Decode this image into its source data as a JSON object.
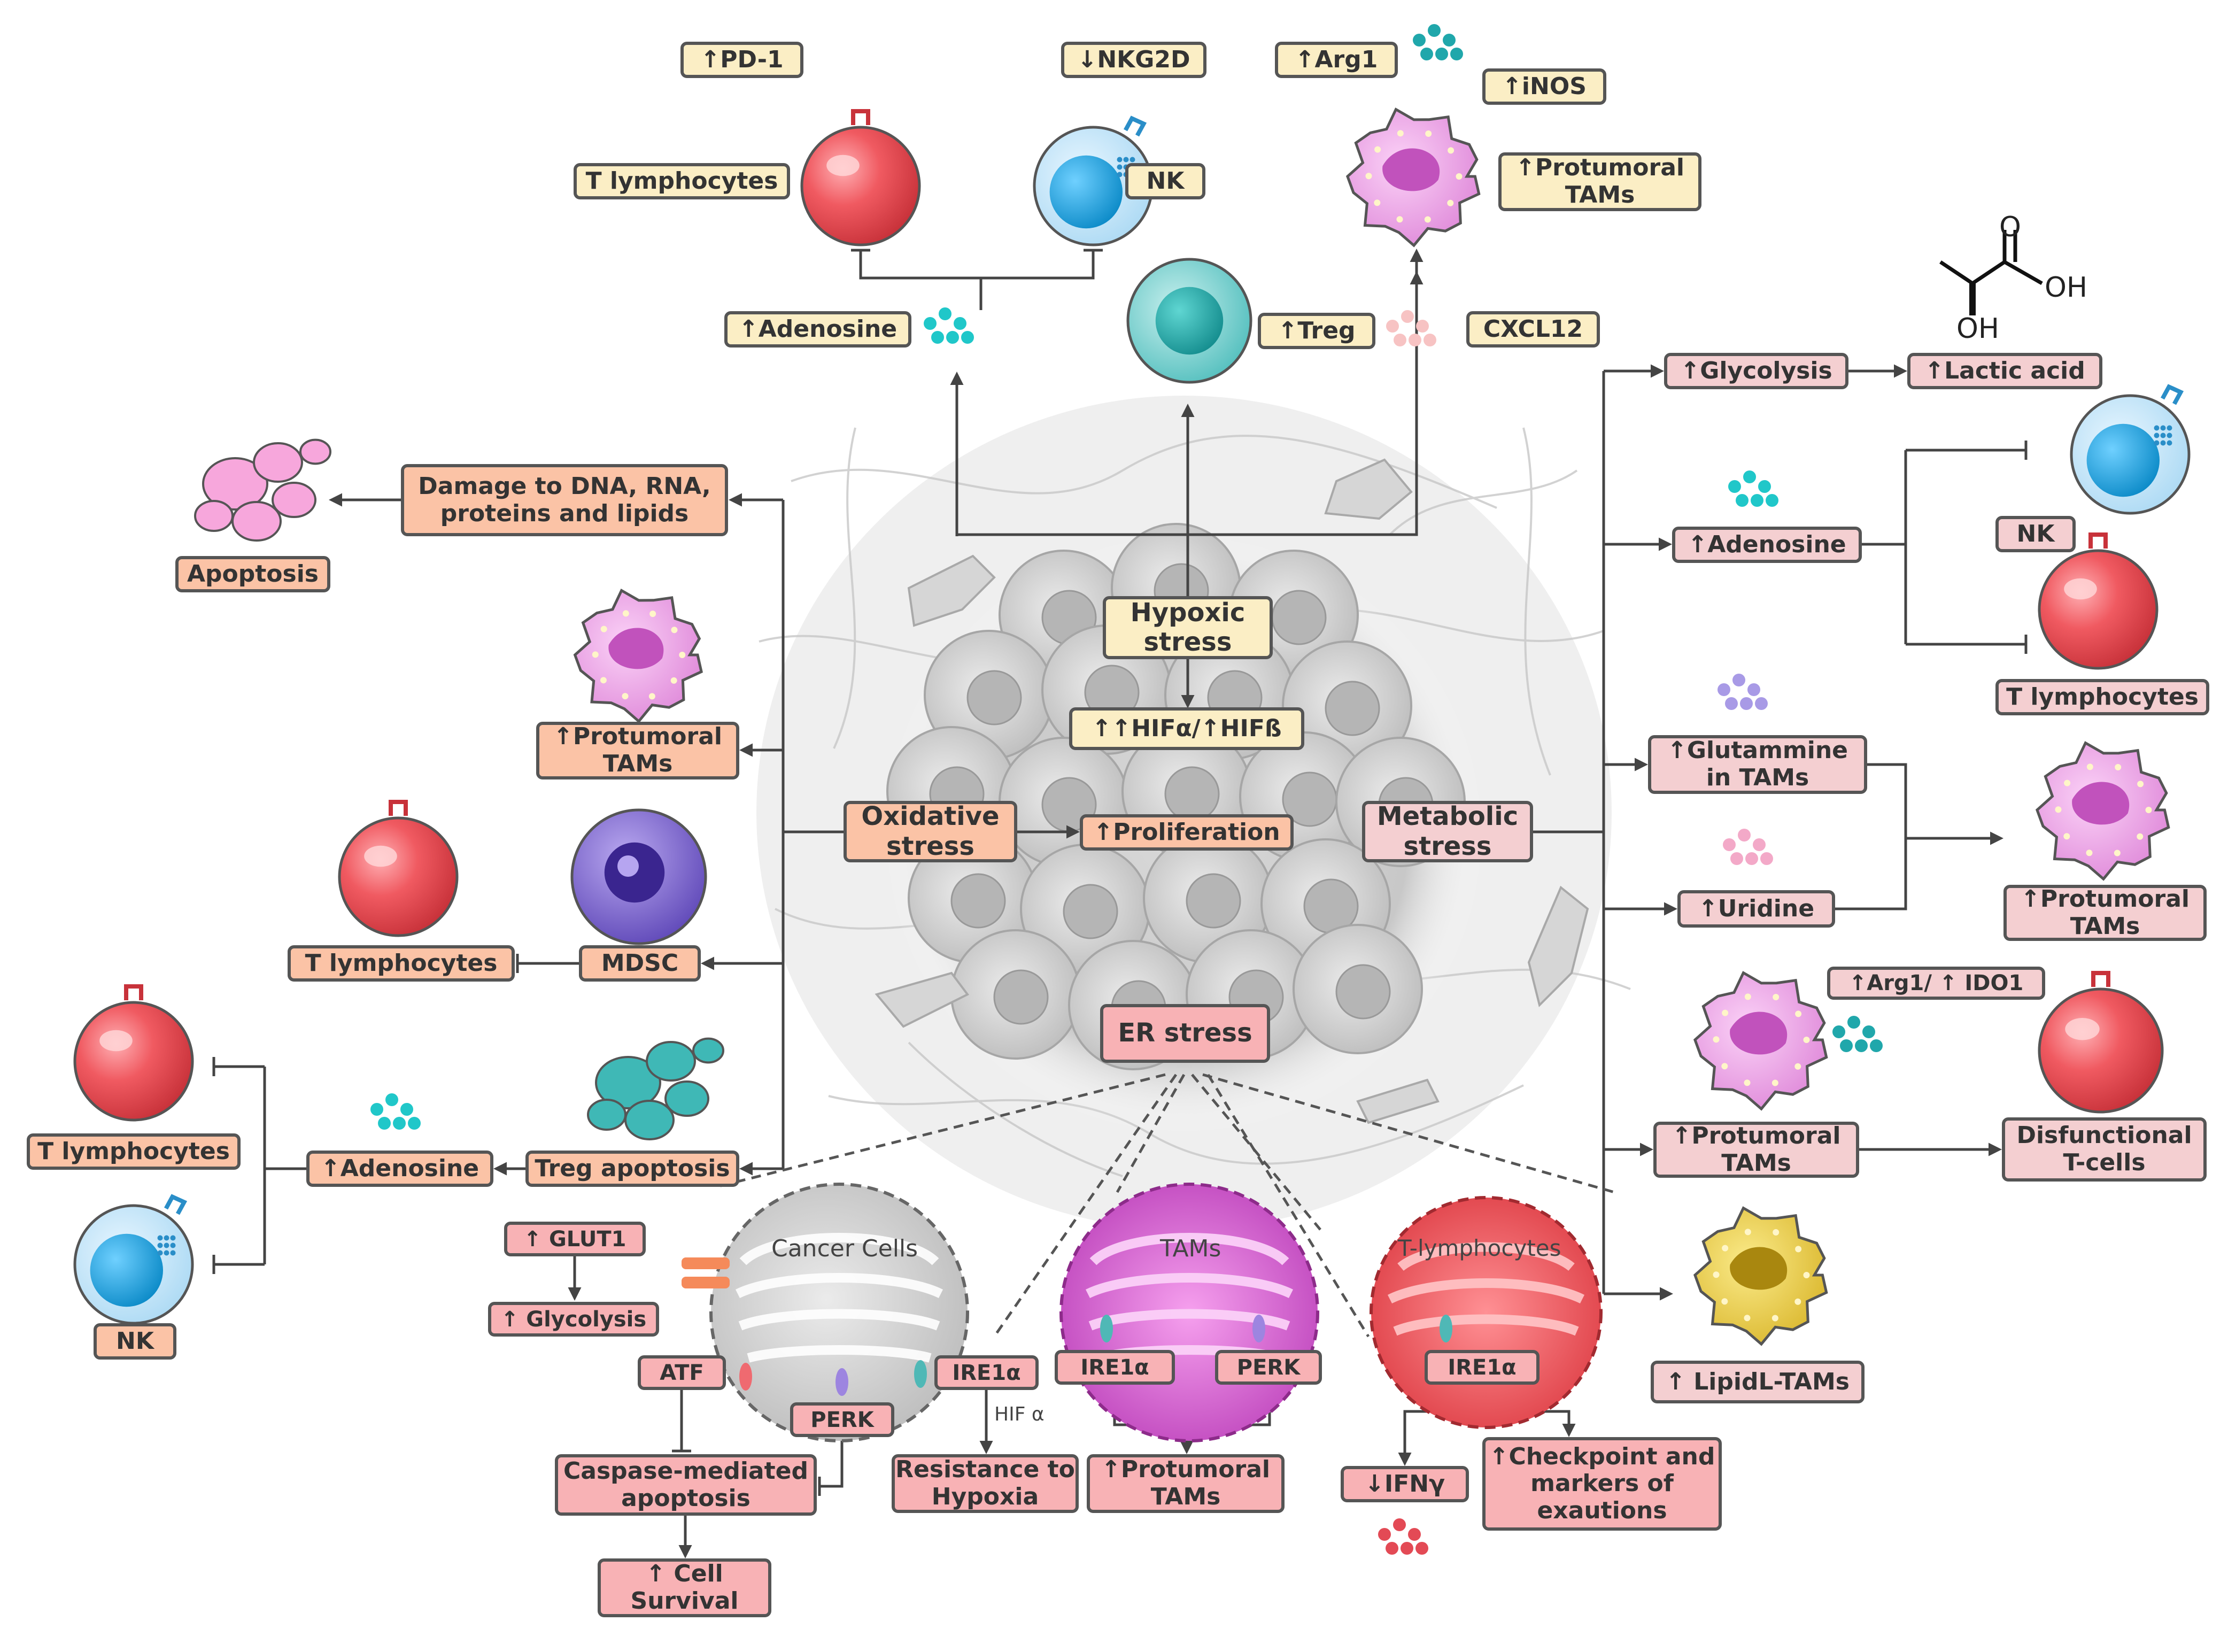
{
  "top": {
    "pd1": "↑PD-1",
    "nkg2d": "↓NKG2D",
    "arg1": "↑Arg1",
    "inos": "↑iNOS",
    "t_lymphocytes": "T lymphocytes",
    "nk": "NK",
    "protumoral_tams": "↑Protumoral TAMs",
    "adenosine": "↑Adenosine",
    "treg": "↑Treg",
    "cxcl12": "CXCL12"
  },
  "lactate": {
    "oh1": "OH",
    "oh2": "OH",
    "o": "O"
  },
  "center": {
    "hypoxic": "Hypoxic stress",
    "hif": "↑↑HIFα/↑HIFß",
    "oxidative": "Oxidative stress",
    "proliferation": "↑Proliferation",
    "metabolic": "Metabolic stress",
    "er_stress": "ER stress"
  },
  "left": {
    "damage": "Damage to DNA, RNA, proteins and lipids",
    "apoptosis": "Apoptosis",
    "protumoral_tams": "↑Protumoral TAMs",
    "t_lymphocytes_mdsc": "T lymphocytes",
    "mdsc": "MDSC",
    "t_lymphocytes_low": "T lymphocytes",
    "adenosine": "↑Adenosine",
    "treg_apoptosis": "Treg apoptosis",
    "nk": "NK"
  },
  "right": {
    "glycolysis": "↑Glycolysis",
    "lactic_acid": "↑Lactic acid",
    "adenosine": "↑Adenosine",
    "nk": "NK",
    "t_lymphocytes": "T lymphocytes",
    "glutamine": "↑Glutammine in TAMs",
    "uridine": "↑Uridine",
    "protumoral_tams1": "↑Protumoral TAMs",
    "arg1_ido1": "↑Arg1/ ↑ IDO1",
    "protumoral_tams2": "↑Protumoral TAMs",
    "dysfunctional": "Disfunctional T-cells",
    "lipid_tams": "↑ LipidL-TAMs"
  },
  "bottom": {
    "glut1": "↑ GLUT1",
    "glycolysis": "↑ Glycolysis",
    "cancer_cells": "Cancer Cells",
    "atf": "ATF",
    "perk1": "PERK",
    "ire1_1": "IRE1α",
    "hif_alpha": "HIF α",
    "caspase": "Caspase-mediated apoptosis",
    "cell_survival": "↑ Cell Survival",
    "resistance": "Resistance to Hypoxia",
    "tams_label": "TAMs",
    "ire1_2": "IRE1α",
    "perk2": "PERK",
    "protumoral_tams": "↑Protumoral TAMs",
    "tlymph_label": "T-lymphocytes",
    "ire1_3": "IRE1α",
    "ifng": "↓IFNγ",
    "checkpoint": "↑Checkpoint and markers of exautions"
  },
  "colors": {
    "yellow_box": "#fbeec5",
    "orange_box": "#fbc3a6",
    "pink_box": "#f4cfd1",
    "red_cell": "#ef5a61",
    "nk_cell": "#3fa9df",
    "treg_cell": "#27a9ab",
    "mdsc_cell": "#7c67d2",
    "tam_cell": "#e58ce0",
    "lipid_cell": "#e7cb3c"
  },
  "icons": [
    "t-lymphocyte-cell-icon",
    "nk-cell-icon",
    "treg-cell-icon",
    "macrophage-tam-icon",
    "mdsc-cell-icon",
    "apoptotic-cell-icon",
    "lipid-laden-tam-icon",
    "molecule-dots-icon",
    "lactic-acid-structure-icon",
    "tumor-mass-icon",
    "er-organelle-icon"
  ]
}
